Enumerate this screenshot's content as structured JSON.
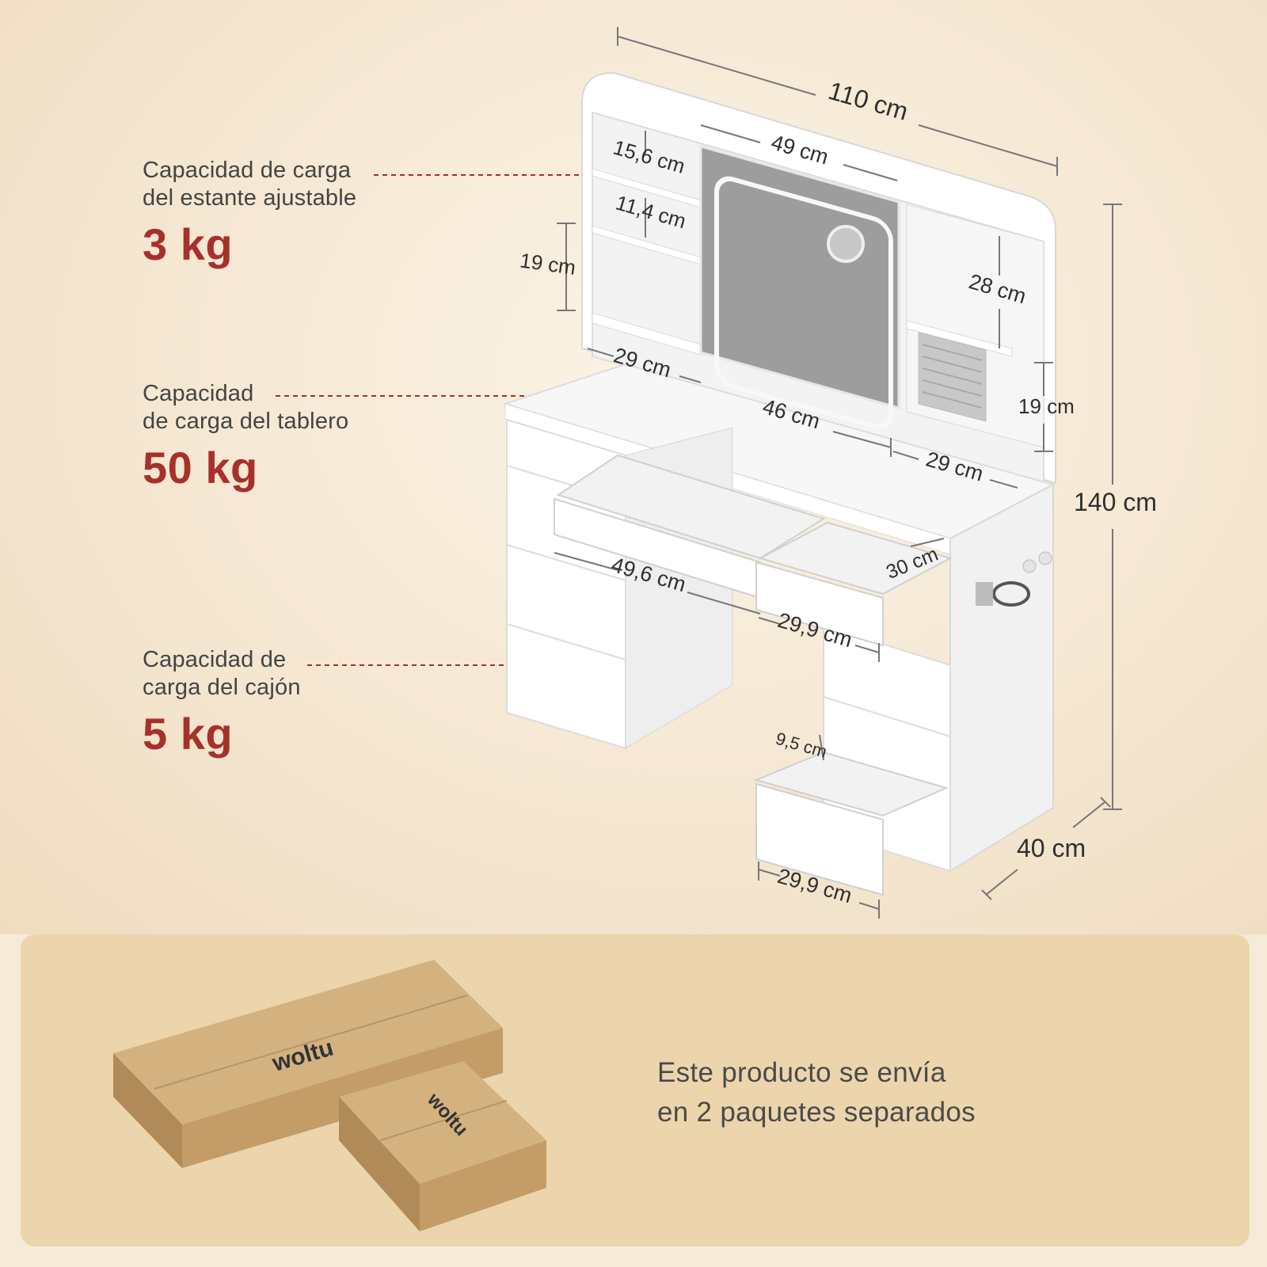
{
  "callouts": {
    "shelf": {
      "label": "Capacidad de carga\ndel estante ajustable",
      "value": "3 kg"
    },
    "top": {
      "label": "Capacidad\nde carga del tablero",
      "value": "50 kg"
    },
    "drawer": {
      "label": "Capacidad de\ncarga del cajón",
      "value": "5 kg"
    }
  },
  "dimensions": {
    "width_total": "110 cm",
    "mirror_width": "49 cm",
    "shelf_gap_top": "15,6 cm",
    "shelf_gap_mid": "11,4 cm",
    "left_shelf_height": "19 cm",
    "right_compartment_height": "28 cm",
    "right_lower_height": "19 cm",
    "left_shelf_depth": "29 cm",
    "center_opening": "46 cm",
    "right_shelf_depth": "29 cm",
    "height_total": "140 cm",
    "wide_drawer_width": "49,6 cm",
    "small_drawer_depth": "30 cm",
    "small_drawer_width": "29,9 cm",
    "bottom_drawer_height": "9,5 cm",
    "bottom_drawer_width": "29,9 cm",
    "depth_total": "40 cm"
  },
  "packaging": {
    "brand": "woltu",
    "shipping_note": "Este producto se envía\nen 2 paquetes separados"
  },
  "colors": {
    "accent": "#a8302a",
    "background": "#f6ead8",
    "panel": "#ecd5ac",
    "box": "#c9a675"
  }
}
